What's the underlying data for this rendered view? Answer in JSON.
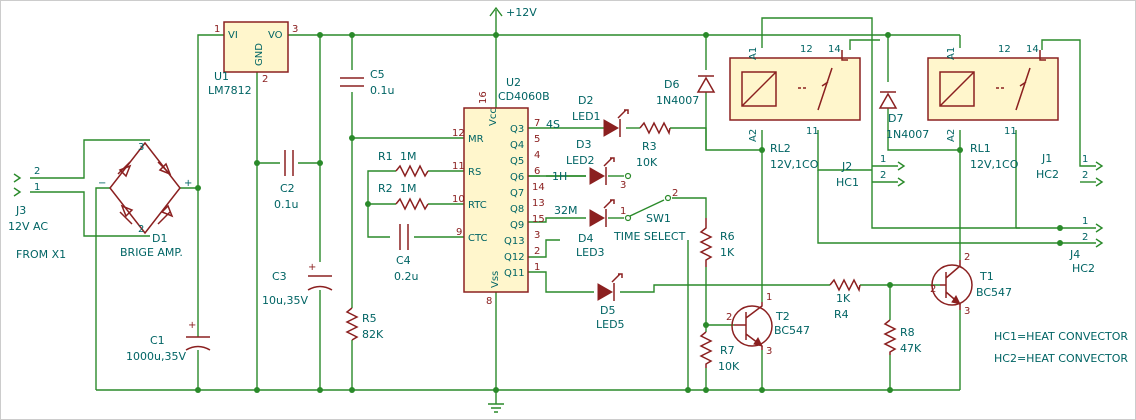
{
  "supply": {
    "vcc": "+12V"
  },
  "ic_reg": {
    "ref": "U1",
    "part": "LM7812",
    "vi": "VI",
    "gnd": "GND",
    "vo": "VO",
    "pin1": "1",
    "pin2": "2",
    "pin3": "3"
  },
  "ic_counter": {
    "ref": "U2",
    "part": "CD4060B",
    "left_pins": [
      {
        "name": "MR",
        "num": "12"
      },
      {
        "name": "RS",
        "num": "11"
      },
      {
        "name": "RTC",
        "num": "10"
      },
      {
        "name": "CTC",
        "num": "9"
      }
    ],
    "right_pins": [
      {
        "name": "Q3",
        "num": "7"
      },
      {
        "name": "Q4",
        "num": "5"
      },
      {
        "name": "Q5",
        "num": "4"
      },
      {
        "name": "Q6",
        "num": "6"
      },
      {
        "name": "Q7",
        "num": "14"
      },
      {
        "name": "Q8",
        "num": "13"
      },
      {
        "name": "Q9",
        "num": "15"
      },
      {
        "name": "Q13",
        "num": "3"
      },
      {
        "name": "Q12",
        "num": "2"
      },
      {
        "name": "Q11",
        "num": "1"
      }
    ],
    "vcc": "Vcc",
    "vcc_pin": "16",
    "vss": "Vss",
    "vss_pin": "8"
  },
  "bridge": {
    "ref": "D1",
    "name": "BRIGE AMP."
  },
  "connectors": [
    {
      "ref": "J3",
      "value": "12V AC",
      "pins": [
        "2",
        "1"
      ]
    },
    {
      "ref": "J2",
      "value": "HC1",
      "pins": [
        "1",
        "2"
      ]
    },
    {
      "ref": "J1",
      "value": "HC2",
      "pins": [
        "1",
        "2"
      ]
    },
    {
      "ref": "J4",
      "value": "HC2",
      "pins": [
        "1",
        "2"
      ]
    }
  ],
  "source_label": "FROM X1",
  "capacitors": [
    {
      "ref": "C1",
      "value": "1000u,35V"
    },
    {
      "ref": "C2",
      "value": "0.1u"
    },
    {
      "ref": "C3",
      "value": "10u,35V"
    },
    {
      "ref": "C4",
      "value": "0.2u"
    },
    {
      "ref": "C5",
      "value": "0.1u"
    }
  ],
  "resistors": [
    {
      "ref": "R1",
      "value": "1M"
    },
    {
      "ref": "R2",
      "value": "1M"
    },
    {
      "ref": "R3",
      "value": "10K"
    },
    {
      "ref": "R4",
      "value": "1K"
    },
    {
      "ref": "R5",
      "value": "82K"
    },
    {
      "ref": "R6",
      "value": "1K"
    },
    {
      "ref": "R7",
      "value": "10K"
    },
    {
      "ref": "R8",
      "value": "47K"
    }
  ],
  "diodes": [
    {
      "ref": "D2",
      "value": "LED1"
    },
    {
      "ref": "D3",
      "value": "LED2"
    },
    {
      "ref": "D4",
      "value": "LED3"
    },
    {
      "ref": "D5",
      "value": "LED5"
    },
    {
      "ref": "D6",
      "value": "1N4007"
    },
    {
      "ref": "D7",
      "value": "1N4007"
    }
  ],
  "transistors": [
    {
      "ref": "T1",
      "value": "BC547"
    },
    {
      "ref": "T2",
      "value": "BC547"
    }
  ],
  "relays": [
    {
      "ref": "RL2",
      "value": "12V,1CO"
    },
    {
      "ref": "RL1",
      "value": "12V,1CO"
    }
  ],
  "relay_pins": {
    "a1": "A1",
    "a2": "A2",
    "p11": "11",
    "p12": "12",
    "p14": "14"
  },
  "switch": {
    "ref": "SW1",
    "value": "TIME SELECT",
    "pin1": "1",
    "pin2": "2",
    "pin3": "3"
  },
  "time_labels": [
    "4S",
    "1H",
    "32M"
  ],
  "pin_numbers": {
    "one": "1",
    "two": "2",
    "three": "3"
  },
  "legend": [
    "HC1=HEAT CONVECTOR",
    "HC2=HEAT CONVECTOR"
  ]
}
